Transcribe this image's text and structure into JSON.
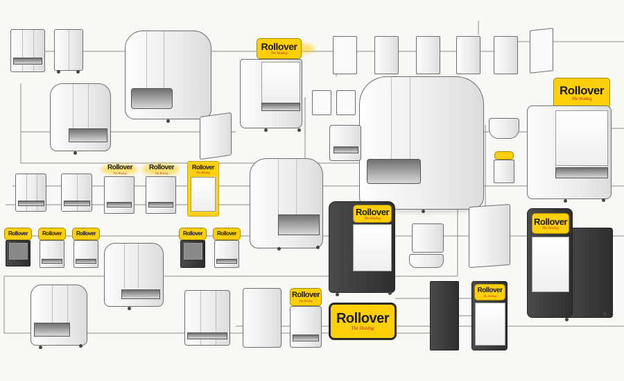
{
  "brand": {
    "name": "Rollover",
    "tagline": "The Hotdog",
    "accent_color": "#ffcf0a",
    "tagline_color": "#b3261e",
    "cabinet_colors": [
      "#ffffff",
      "#3a3a3a"
    ]
  },
  "signs": [
    {
      "id": "sign-large-top"
    },
    {
      "id": "sign-right-top"
    },
    {
      "id": "sign-row2-a"
    },
    {
      "id": "sign-row2-b"
    },
    {
      "id": "sign-row2-c"
    },
    {
      "id": "sign-row3-a"
    },
    {
      "id": "sign-row3-b"
    },
    {
      "id": "sign-row3-c"
    },
    {
      "id": "sign-row3-d"
    },
    {
      "id": "sign-row3-e"
    },
    {
      "id": "sign-small-mid"
    },
    {
      "id": "sign-dark-center"
    },
    {
      "id": "sign-dark-right"
    },
    {
      "id": "sign-bottom-small"
    },
    {
      "id": "sign-bottom-wide"
    },
    {
      "id": "sign-bottom-right"
    }
  ]
}
